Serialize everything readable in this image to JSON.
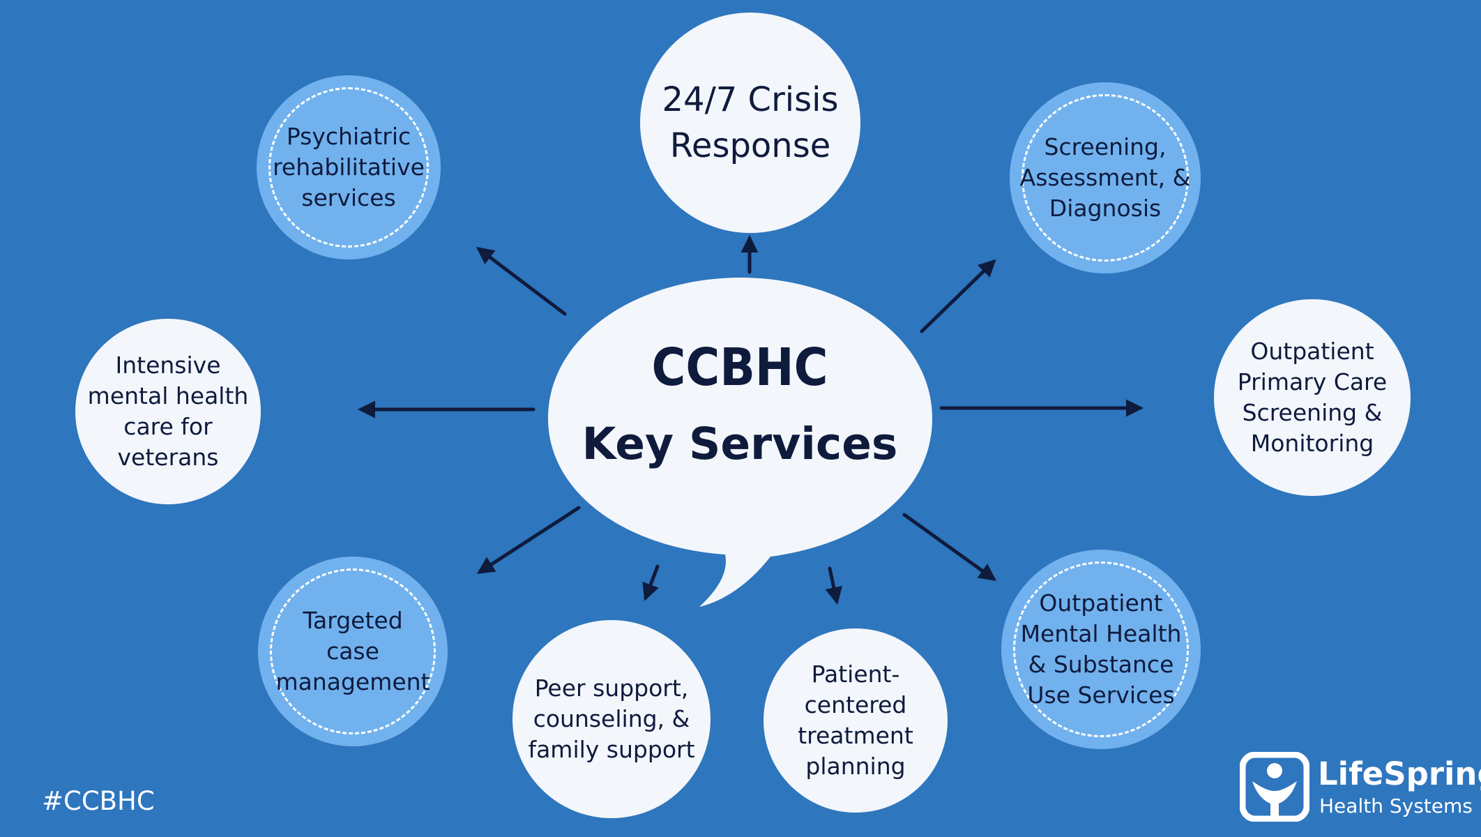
{
  "center": {
    "title": "CCBHC",
    "subtitle": "Key Services"
  },
  "services": {
    "crisis": "24/7 Crisis\nResponse",
    "screening": "Screening,\nAssessment, &\nDiagnosis",
    "primary_care": "Outpatient\nPrimary Care\nScreening &\nMonitoring",
    "outpatient_mh": "Outpatient\nMental Health\n& Substance\nUse Services",
    "treatment_planning": "Patient-\ncentered\ntreatment\nplanning",
    "peer_support": "Peer support,\ncounseling, &\nfamily support",
    "case_management": "Targeted\ncase\nmanagement",
    "veterans": "Intensive\nmental health\ncare for\nveterans",
    "psychiatric": "Psychiatric\nrehabilitative\nservices"
  },
  "footer": {
    "hashtag": "#CCBHC"
  },
  "brand": {
    "name": "LifeSpring",
    "tagline": "Health Systems"
  },
  "colors": {
    "background": "#2e76be",
    "circle_white": "#f3f6fb",
    "circle_blue": "#71b2ee",
    "text_dark": "#0f1b3d",
    "arrow": "#0f1b3d"
  },
  "icons": {
    "logo": "lifespring-logo-icon"
  }
}
